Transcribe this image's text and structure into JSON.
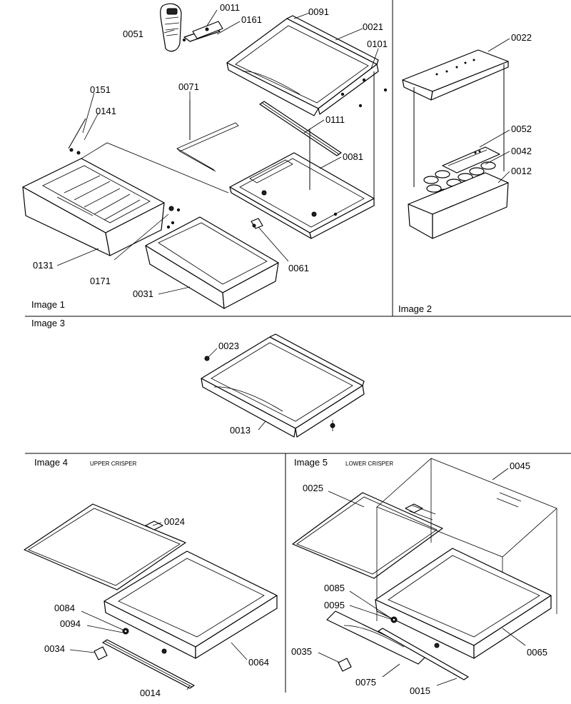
{
  "sections": {
    "image1": "Image 1",
    "image2": "Image 2",
    "image3": "Image 3",
    "image4": "Image 4",
    "image4_sub": "UPPER CRISPER",
    "image5": "Image 5",
    "image5_sub": "LOWER CRISPER"
  },
  "parts": {
    "p0011": "0011",
    "p0051": "0051",
    "p0161": "0161",
    "p0091": "0091",
    "p0021": "0021",
    "p0101": "0101",
    "p0151": "0151",
    "p0141": "0141",
    "p0071": "0071",
    "p0111": "0111",
    "p0081": "0081",
    "p0131": "0131",
    "p0171": "0171",
    "p0031": "0031",
    "p0061": "0061",
    "p0022": "0022",
    "p0052": "0052",
    "p0042": "0042",
    "p0012": "0012",
    "p0023": "0023",
    "p0013": "0013",
    "p0024": "0024",
    "p0084": "0084",
    "p0094": "0094",
    "p0034": "0034",
    "p0064": "0064",
    "p0014": "0014",
    "p0045": "0045",
    "p0025": "0025",
    "p0085": "0085",
    "p0095": "0095",
    "p0035": "0035",
    "p0075": "0075",
    "p0015": "0015",
    "p0065": "0065"
  }
}
